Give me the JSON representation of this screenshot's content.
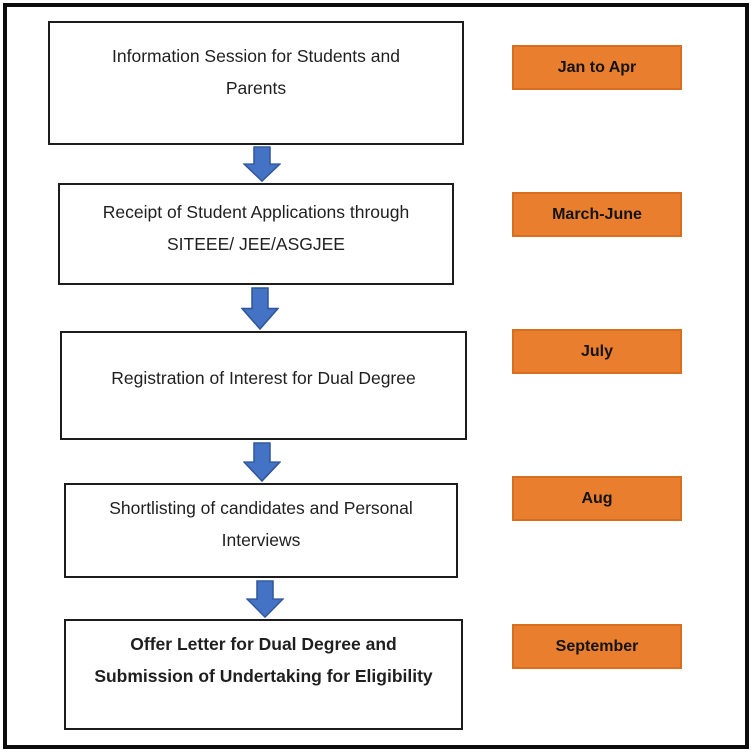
{
  "flowchart": {
    "steps": [
      {
        "label": "Information Session for Students and\nParents",
        "timeframe": "Jan to Apr"
      },
      {
        "label": "Receipt of Student Applications through\nSITEEE/ JEE/ASGJEE",
        "timeframe": "March-June"
      },
      {
        "label": "Registration of Interest for Dual Degree",
        "timeframe": "July"
      },
      {
        "label": "Shortlisting of candidates and Personal\nInterviews",
        "timeframe": "Aug"
      },
      {
        "label": "Offer Letter for Dual Degree and\nSubmission of Undertaking for Eligibility",
        "timeframe": "September"
      }
    ],
    "connector": "down-arrow",
    "colors": {
      "timeframe_bg": "#E87E2E",
      "timeframe_border": "#D96E1E",
      "arrow_fill": "#4472C4",
      "arrow_stroke": "#2E5597",
      "box_border": "#1C1C1C",
      "frame_border": "#0C0C0C"
    }
  }
}
